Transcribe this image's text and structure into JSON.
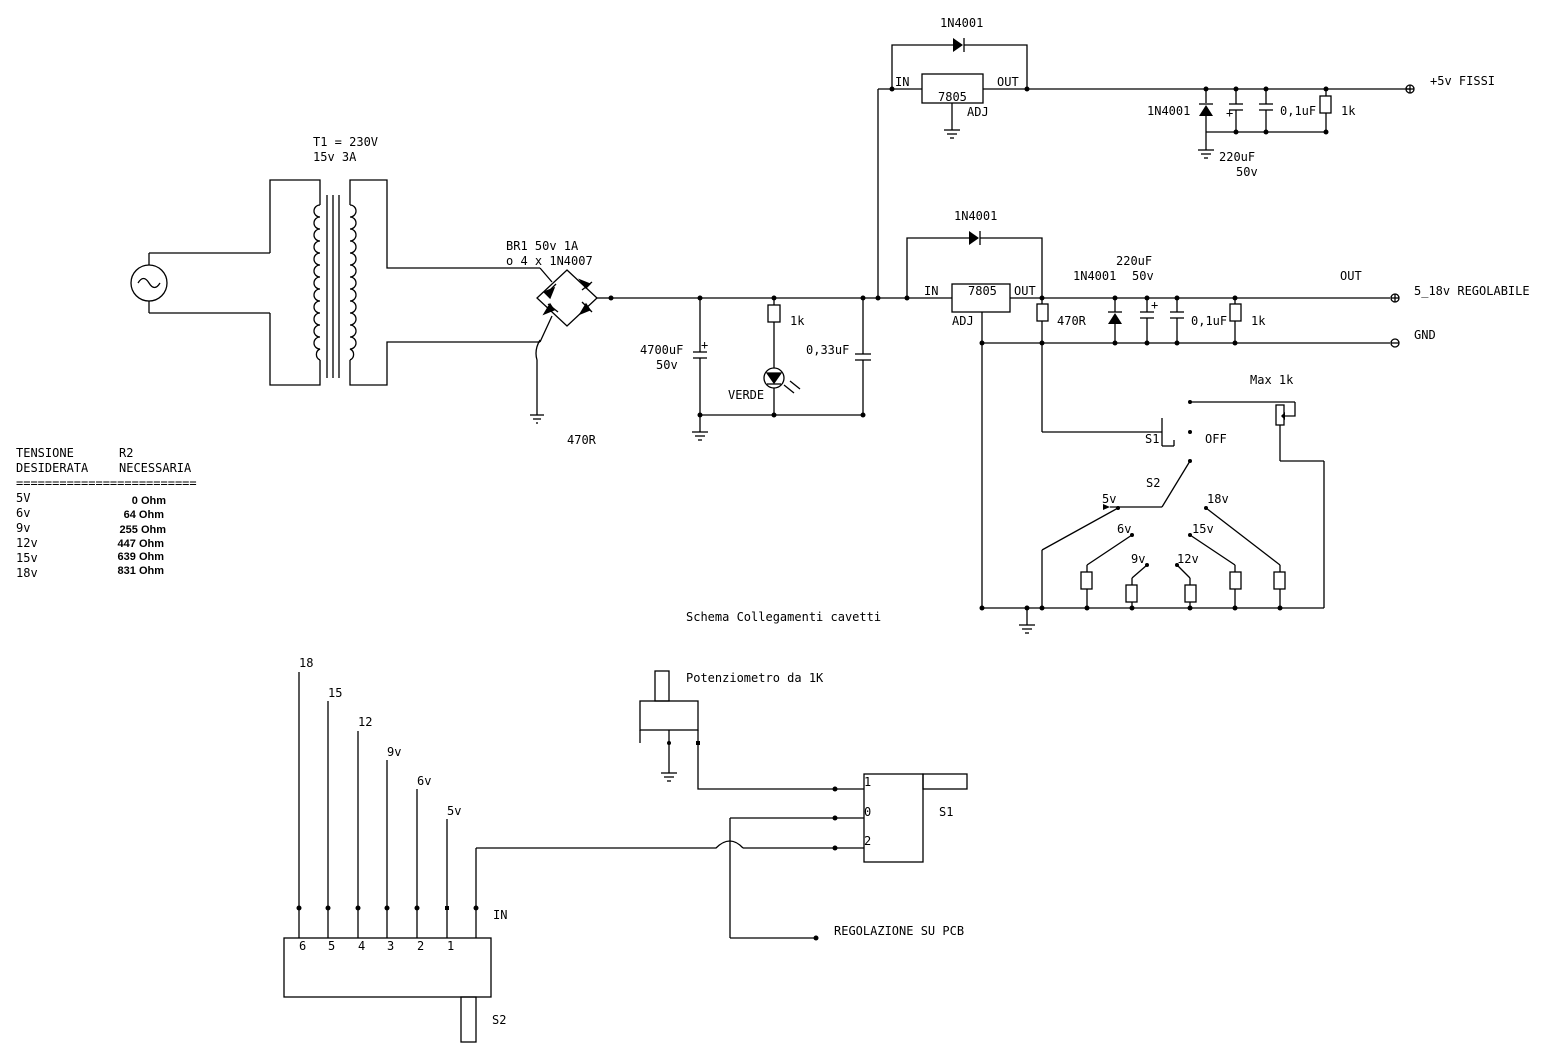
{
  "transformer": {
    "label1": "T1 = 230V",
    "label2": "15v 3A"
  },
  "bridge": {
    "label1": "BR1 50v 1A",
    "label2": "o 4 x 1N4007"
  },
  "main_filter": {
    "cap": "4700uF",
    "cap_v": "50v",
    "res": "1k",
    "led": "VERDE",
    "res2": "470R",
    "cap2": "0,33uF"
  },
  "reg_fixed": {
    "diode": "1N4001",
    "chip": "7805",
    "in": "IN",
    "out": "OUT",
    "adj": "ADJ",
    "diode2": "1N4001",
    "cap": "220uF",
    "cap_v": "50v",
    "cap2": "0,1uF",
    "res": "1k",
    "output": "+5v FISSI"
  },
  "reg_adj": {
    "diode": "1N4001",
    "chip": "7805",
    "in": "IN",
    "out": "OUT",
    "adj": "ADJ",
    "res": "470R",
    "diode2": "1N4001",
    "cap": "220uF",
    "cap_v": "50v",
    "cap2": "0,1uF",
    "res2": "1k",
    "out_label": "OUT",
    "output": "5_18v REGOLABILE",
    "gnd": "GND"
  },
  "selector": {
    "max": "Max 1k",
    "s1": "S1",
    "off": "OFF",
    "s2": "S2",
    "v5": "5v",
    "v6": "6v",
    "v9": "9v",
    "v12": "12v",
    "v15": "15v",
    "v18": "18v"
  },
  "table": {
    "h1a": "TENSIONE",
    "h1b": "DESIDERATA",
    "h2a": "R2",
    "h2b": "NECESSARIA",
    "separator": "=========================",
    "rows": [
      {
        "v": "5V",
        "r": "0 Ohm"
      },
      {
        "v": "6v",
        "r": "64 Ohm"
      },
      {
        "v": "9v",
        "r": "255 Ohm"
      },
      {
        "v": "12v",
        "r": "447 Ohm"
      },
      {
        "v": "15v",
        "r": "639 Ohm"
      },
      {
        "v": "18v",
        "r": "831 Ohm"
      }
    ]
  },
  "wiring": {
    "title": "Schema Collegamenti cavetti",
    "pot": "Potenziometro da 1K",
    "s1": "S1",
    "s1_pins": [
      "1",
      "0",
      "2"
    ],
    "s2": "S2",
    "s2_pins": [
      "6",
      "5",
      "4",
      "3",
      "2",
      "1"
    ],
    "in": "IN",
    "wire_labels": [
      "18",
      "15",
      "12",
      "9v",
      "6v",
      "5v"
    ],
    "pcb": "REGOLAZIONE SU PCB"
  }
}
